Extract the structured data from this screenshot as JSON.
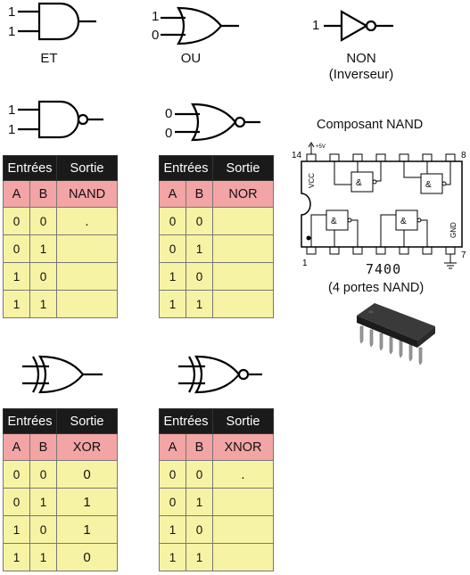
{
  "gates": {
    "et": {
      "label": "ET",
      "inputs": [
        "1",
        "1"
      ]
    },
    "ou": {
      "label": "OU",
      "inputs": [
        "1",
        "0"
      ]
    },
    "non": {
      "label_line1": "NON",
      "label_line2": "(Inverseur)",
      "input": "1"
    },
    "nand": {
      "inputs": [
        "1",
        "1"
      ]
    },
    "nor": {
      "inputs": [
        "0",
        "0"
      ]
    }
  },
  "tables": [
    {
      "id": "nand",
      "h_inputs": "Entrées",
      "h_output": "Sortie",
      "col_a": "A",
      "col_b": "B",
      "out_name": "NAND",
      "rows": [
        [
          "0",
          "0",
          "."
        ],
        [
          "0",
          "1",
          ""
        ],
        [
          "1",
          "0",
          ""
        ],
        [
          "1",
          "1",
          ""
        ]
      ]
    },
    {
      "id": "nor",
      "h_inputs": "Entrées",
      "h_output": "Sortie",
      "col_a": "A",
      "col_b": "B",
      "out_name": "NOR",
      "rows": [
        [
          "0",
          "0",
          ""
        ],
        [
          "0",
          "1",
          ""
        ],
        [
          "1",
          "0",
          ""
        ],
        [
          "1",
          "1",
          ""
        ]
      ]
    },
    {
      "id": "xor",
      "h_inputs": "Entrées",
      "h_output": "Sortie",
      "col_a": "A",
      "col_b": "B",
      "out_name": "XOR",
      "rows": [
        [
          "0",
          "0",
          "0"
        ],
        [
          "0",
          "1",
          "1"
        ],
        [
          "1",
          "0",
          "1"
        ],
        [
          "1",
          "1",
          "0"
        ]
      ]
    },
    {
      "id": "xnor",
      "h_inputs": "Entrées",
      "h_output": "Sortie",
      "col_a": "A",
      "col_b": "B",
      "out_name": "XNOR",
      "rows": [
        [
          "0",
          "0",
          "."
        ],
        [
          "0",
          "1",
          ""
        ],
        [
          "1",
          "0",
          ""
        ],
        [
          "1",
          "1",
          ""
        ]
      ]
    }
  ],
  "chip": {
    "title": "Composant NAND",
    "part_number": "7400",
    "subtitle": "(4 portes NAND)",
    "pin_14": "14",
    "pin_8": "8",
    "pin_1": "1",
    "pin_7": "7",
    "vcc": "VCC",
    "gnd": "GND",
    "supply": "+5V",
    "gate_symbol": "&"
  }
}
